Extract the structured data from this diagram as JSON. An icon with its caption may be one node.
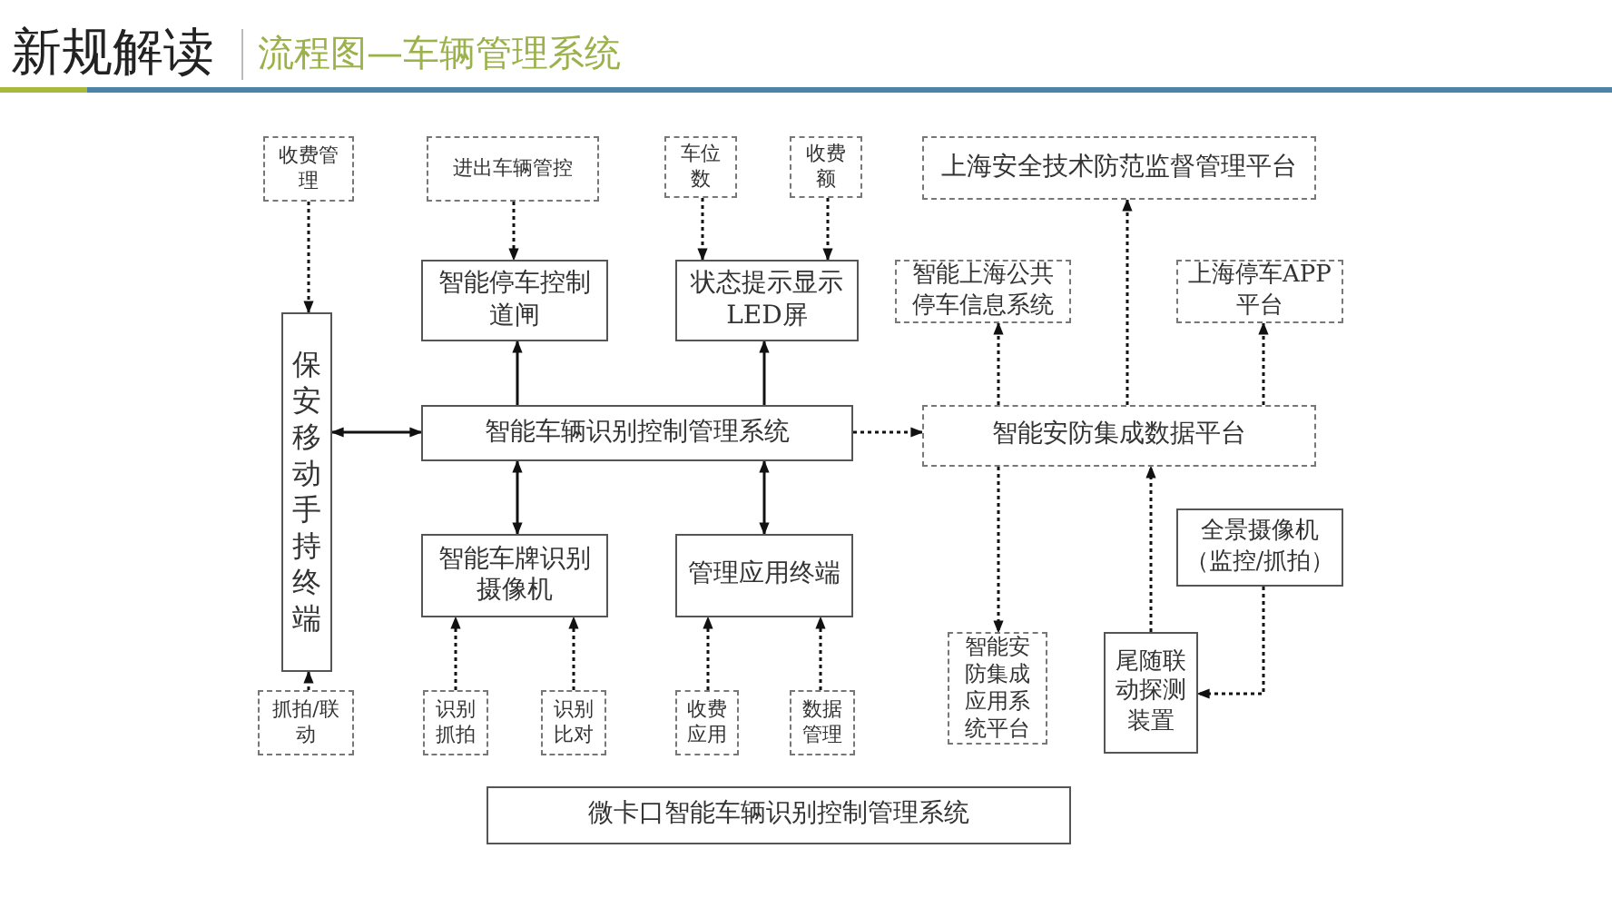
{
  "diagram": {
    "title": "流程图—车辆管理系统",
    "labels": [
      "新规解读"
    ],
    "nodes": [
      {
        "text": [
          "收费管理"
        ]
      },
      {
        "text": [
          "进出车辆管控"
        ]
      },
      {
        "text": [
          "车位数"
        ]
      },
      {
        "text": [
          "收费额"
        ]
      },
      {
        "text": [
          "上海安全技术防范监督管理平台"
        ]
      },
      {
        "text": [
          "保安移动手持终端"
        ]
      },
      {
        "text": [
          "智能停车控制道闸"
        ]
      },
      {
        "text": [
          "状态提示显示LED屏"
        ]
      },
      {
        "text": [
          "智能上海公共停车信息系统"
        ]
      },
      {
        "text": [
          "上海停车APP平台"
        ]
      },
      {
        "text": [
          "智能车辆识别控制管理系统"
        ]
      },
      {
        "text": [
          "智能安防集成数据平台"
        ]
      },
      {
        "text": [
          "智能车牌识别摄像机"
        ]
      },
      {
        "text": [
          "管理应用终端"
        ]
      },
      {
        "text": [
          "全景摄像机（监控/抓拍）"
        ]
      },
      {
        "text": [
          "智能安防集成应用系统平台"
        ]
      },
      {
        "text": [
          "尾随联动探测装置"
        ]
      },
      {
        "text": [
          "抓拍/联动"
        ]
      },
      {
        "text": [
          "识别抓拍"
        ]
      },
      {
        "text": [
          "识别比对"
        ]
      },
      {
        "text": [
          "收费应用"
        ]
      },
      {
        "text": [
          "数据管理"
        ]
      },
      {
        "text": [
          "微卡口智能车辆识别控制管理系统"
        ]
      }
    ],
    "edges": [
      {
        "from": 0,
        "to": 5,
        "arrow": "to",
        "style": "dashed"
      },
      {
        "from": 1,
        "to": 6,
        "arrow": "to",
        "style": "dashed"
      },
      {
        "from": 2,
        "to": 7,
        "arrow": "to",
        "style": "dashed"
      },
      {
        "from": 3,
        "to": 7,
        "arrow": "to",
        "style": "dashed"
      },
      {
        "from": 10,
        "to": 6,
        "arrow": "to"
      },
      {
        "from": 10,
        "to": 7,
        "arrow": "to"
      },
      {
        "from": 5,
        "to": 10,
        "arrow": "both"
      },
      {
        "from": 10,
        "to": 11,
        "arrow": "to",
        "style": "dashed"
      },
      {
        "from": 10,
        "to": 12,
        "arrow": "both"
      },
      {
        "from": 10,
        "to": 13,
        "arrow": "both"
      },
      {
        "from": 11,
        "to": 8,
        "arrow": "to",
        "style": "dashed"
      },
      {
        "from": 11,
        "to": 4,
        "arrow": "to",
        "style": "dashed"
      },
      {
        "from": 11,
        "to": 9,
        "arrow": "to",
        "style": "dashed"
      },
      {
        "from": 11,
        "to": 15,
        "arrow": "to",
        "style": "dashed"
      },
      {
        "from": 16,
        "to": 11,
        "arrow": "to",
        "style": "dashed"
      },
      {
        "from": 14,
        "to": 16,
        "arrow": "to",
        "style": "dashed"
      },
      {
        "from": 17,
        "to": 5,
        "arrow": "to",
        "style": "dashed"
      },
      {
        "from": 18,
        "to": 12,
        "arrow": "to",
        "style": "dashed"
      },
      {
        "from": 19,
        "to": 12,
        "arrow": "to",
        "style": "dashed"
      },
      {
        "from": 20,
        "to": 13,
        "arrow": "to",
        "style": "dashed"
      },
      {
        "from": 21,
        "to": 13,
        "arrow": "to",
        "style": "dashed"
      }
    ]
  }
}
